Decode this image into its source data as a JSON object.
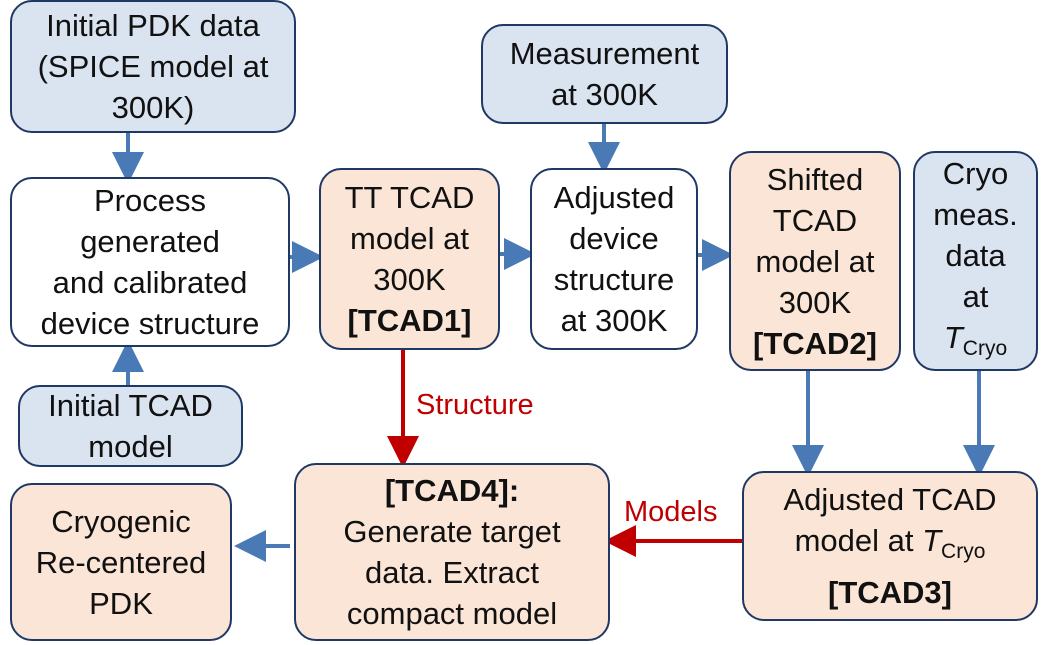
{
  "boxes": {
    "pdk_initial": [
      "Initial PDK data",
      "(SPICE model at",
      "300K)"
    ],
    "measurement": [
      "Measurement",
      "at 300K"
    ],
    "process": [
      "Process",
      "generated",
      "and calibrated",
      "device structure"
    ],
    "tcad1": [
      "TT TCAD",
      "model at",
      "300K",
      "[TCAD1]"
    ],
    "adjusted_structure": [
      "Adjusted",
      "device",
      "structure",
      "at 300K"
    ],
    "tcad2": [
      "Shifted",
      "TCAD",
      "model at",
      "300K",
      "[TCAD2]"
    ],
    "cryo_meas": {
      "lines": [
        "Cryo",
        "meas.",
        "data",
        "at"
      ],
      "t_main": "T",
      "t_sub": "Cryo"
    },
    "initial_tcad": [
      "Initial TCAD",
      "model"
    ],
    "cryogenic_pdk": [
      "Cryogenic",
      "Re-centered",
      "PDK"
    ],
    "tcad4": [
      "[TCAD4]:",
      "Generate target",
      "data. Extract",
      "compact model"
    ],
    "tcad3": {
      "line1": "Adjusted TCAD",
      "line2_prefix": "model at ",
      "t_main": "T",
      "t_sub": "Cryo",
      "line3": "[TCAD3]"
    }
  },
  "labels": {
    "structure": "Structure",
    "models": "Models"
  },
  "colors": {
    "input_fill": "#dae3f0",
    "tcad_fill": "#fbe5d6",
    "border": "#1f3864",
    "flow_arrow": "#4a7ab5",
    "red_arrow": "#c00000"
  }
}
